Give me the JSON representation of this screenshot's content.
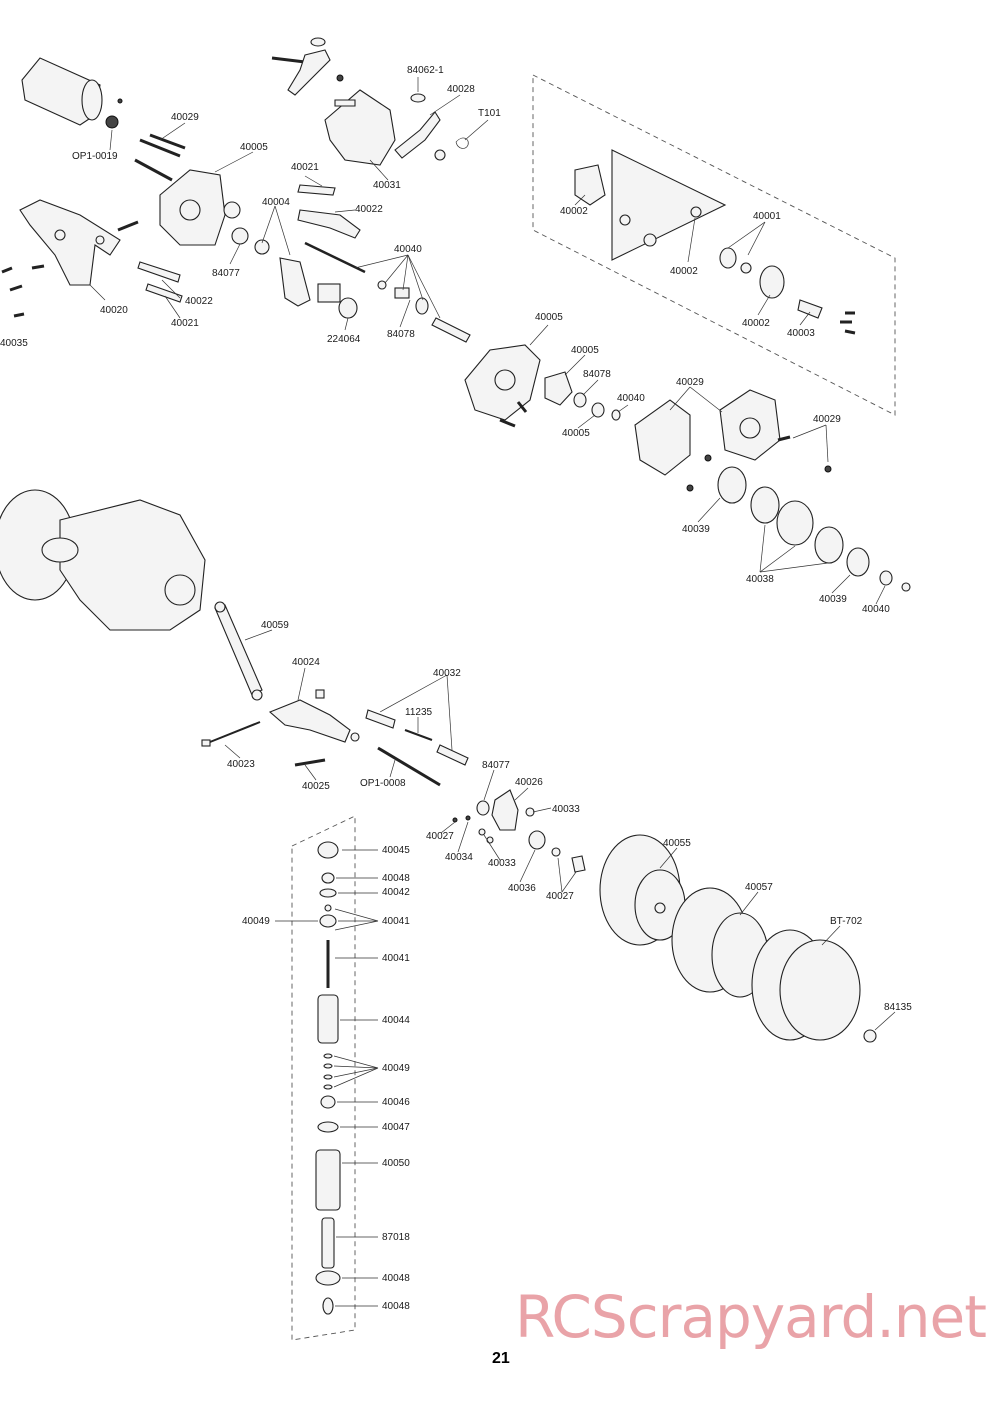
{
  "page": {
    "number": "21",
    "watermark": "RCScrapyard.net"
  },
  "part_labels": [
    {
      "id": "l01",
      "text": "40029"
    },
    {
      "id": "l02",
      "text": "OP1-0019"
    },
    {
      "id": "l03",
      "text": "40005"
    },
    {
      "id": "l04",
      "text": "84062-1"
    },
    {
      "id": "l05",
      "text": "40028"
    },
    {
      "id": "l06",
      "text": "T101"
    },
    {
      "id": "l07",
      "text": "40021"
    },
    {
      "id": "l08",
      "text": "40031"
    },
    {
      "id": "l09",
      "text": "40022"
    },
    {
      "id": "l10",
      "text": "40004"
    },
    {
      "id": "l11",
      "text": "84077"
    },
    {
      "id": "l12",
      "text": "40022"
    },
    {
      "id": "l13",
      "text": "40021"
    },
    {
      "id": "l14",
      "text": "40020"
    },
    {
      "id": "l15",
      "text": "40035"
    },
    {
      "id": "l16",
      "text": "40040"
    },
    {
      "id": "l17",
      "text": "224064"
    },
    {
      "id": "l18",
      "text": "84078"
    },
    {
      "id": "l19",
      "text": "40002"
    },
    {
      "id": "l20",
      "text": "40001"
    },
    {
      "id": "l21",
      "text": "40002"
    },
    {
      "id": "l22",
      "text": "40002"
    },
    {
      "id": "l23",
      "text": "40003"
    },
    {
      "id": "l24",
      "text": "40005"
    },
    {
      "id": "l25",
      "text": "40005"
    },
    {
      "id": "l26",
      "text": "84078"
    },
    {
      "id": "l27",
      "text": "40040"
    },
    {
      "id": "l28",
      "text": "40005"
    },
    {
      "id": "l29",
      "text": "40029"
    },
    {
      "id": "l30",
      "text": "40029"
    },
    {
      "id": "l31",
      "text": "40039"
    },
    {
      "id": "l32",
      "text": "40038"
    },
    {
      "id": "l33",
      "text": "40039"
    },
    {
      "id": "l34",
      "text": "40040"
    },
    {
      "id": "l35",
      "text": "40059"
    },
    {
      "id": "l36",
      "text": "40024"
    },
    {
      "id": "l37",
      "text": "40032"
    },
    {
      "id": "l38",
      "text": "11235"
    },
    {
      "id": "l39",
      "text": "40023"
    },
    {
      "id": "l40",
      "text": "40025"
    },
    {
      "id": "l41",
      "text": "OP1-0008"
    },
    {
      "id": "l42",
      "text": "84077"
    },
    {
      "id": "l43",
      "text": "40026"
    },
    {
      "id": "l44",
      "text": "40033"
    },
    {
      "id": "l45",
      "text": "40027"
    },
    {
      "id": "l46",
      "text": "40034"
    },
    {
      "id": "l47",
      "text": "40033"
    },
    {
      "id": "l48",
      "text": "40036"
    },
    {
      "id": "l49",
      "text": "40027"
    },
    {
      "id": "l50",
      "text": "40055"
    },
    {
      "id": "l51",
      "text": "40057"
    },
    {
      "id": "l52",
      "text": "BT-702"
    },
    {
      "id": "l53",
      "text": "84135"
    },
    {
      "id": "l54",
      "text": "40045"
    },
    {
      "id": "l55",
      "text": "40048"
    },
    {
      "id": "l56",
      "text": "40042"
    },
    {
      "id": "l57",
      "text": "40049"
    },
    {
      "id": "l58",
      "text": "40041"
    },
    {
      "id": "l59",
      "text": "40041"
    },
    {
      "id": "l60",
      "text": "40044"
    },
    {
      "id": "l61",
      "text": "40049"
    },
    {
      "id": "l62",
      "text": "40046"
    },
    {
      "id": "l63",
      "text": "40047"
    },
    {
      "id": "l64",
      "text": "40050"
    },
    {
      "id": "l65",
      "text": "87018"
    },
    {
      "id": "l66",
      "text": "40048"
    },
    {
      "id": "l67",
      "text": "40048"
    }
  ]
}
